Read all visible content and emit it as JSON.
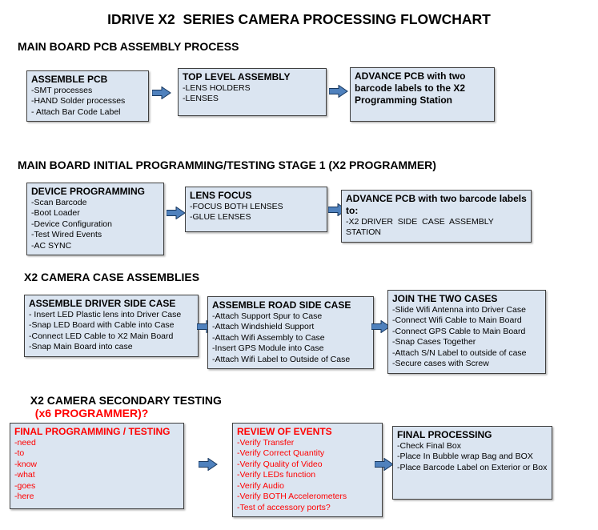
{
  "title": "IDRIVE X2  SERIES CAMERA PROCESSING FLOWCHART",
  "colors": {
    "box_fill": "#dbe5f1",
    "box_border": "#3f3f3f",
    "arrow_blue": "#4f81bd",
    "alert_red": "#ff0000"
  },
  "sections": [
    {
      "header": "MAIN BOARD PCB ASSEMBLY PROCESS",
      "boxes": [
        {
          "title": "ASSEMBLE PCB",
          "items": [
            "-SMT processes",
            "-HAND Solder processes",
            "- Attach Bar Code Label"
          ]
        },
        {
          "title": "TOP LEVEL ASSEMBLY",
          "items": [
            "-LENS HOLDERS",
            "-LENSES"
          ]
        },
        {
          "title": "ADVANCE PCB with two barcode labels to the X2 Programming Station",
          "items": []
        }
      ]
    },
    {
      "header": "MAIN BOARD INITIAL PROGRAMMING/TESTING STAGE 1 (X2 PROGRAMMER)",
      "boxes": [
        {
          "title": "DEVICE PROGRAMMING",
          "items": [
            "-Scan Barcode",
            "-Boot Loader",
            "-Device Configuration",
            "-Test Wired Events",
            "-AC SYNC"
          ]
        },
        {
          "title": "LENS FOCUS",
          "items": [
            "-FOCUS BOTH LENSES",
            "-GLUE LENSES"
          ]
        },
        {
          "title": "ADVANCE PCB with two barcode labels to:",
          "items": [
            "-X2 DRIVER  SIDE  CASE  ASSEMBLY STATION"
          ]
        }
      ]
    },
    {
      "header": "X2 CAMERA CASE ASSEMBLIES",
      "boxes": [
        {
          "title": "ASSEMBLE DRIVER SIDE CASE",
          "items": [
            "- Insert LED Plastic lens into Driver Case",
            "-Snap LED Board with Cable into Case",
            "-Connect LED Cable to X2 Main Board",
            "-Snap Main Board into case"
          ]
        },
        {
          "title": "ASSEMBLE ROAD SIDE CASE",
          "items": [
            "-Attach Support Spur to Case",
            "-Attach Windshield Support",
            "-Attach Wifi Assembly to Case",
            "-Insert GPS Module into Case",
            "-Attach Wifi Label to Outside of Case"
          ]
        },
        {
          "title": "JOIN THE TWO CASES",
          "items": [
            "-Slide Wifi Antenna into Driver Case",
            "-Connect Wifi Cable to Main Board",
            "-Connect GPS Cable to Main Board",
            "-Snap Cases Together",
            "-Attach S/N Label to outside of case",
            "-Secure cases with Screw"
          ]
        }
      ]
    },
    {
      "header": "X2 CAMERA SECONDARY TESTING",
      "header_red": "(x6 PROGRAMMER)?",
      "boxes": [
        {
          "title": "FINAL PROGRAMMING / TESTING",
          "items": [
            "-need",
            "-to",
            "-know",
            "-what",
            "-goes",
            "-here"
          ]
        },
        {
          "title": "REVIEW OF EVENTS",
          "items": [
            "-Verify Transfer",
            "-Verify Correct Quantity",
            "-Verify Quality of Video",
            "-Verify LEDs function",
            "-Verify Audio",
            "-Verify BOTH Accelerometers",
            "-Test of accessory ports?"
          ]
        },
        {
          "title": "FINAL PROCESSING",
          "items": [
            "-Check Final Box",
            "-Place In Bubble wrap Bag and BOX",
            "-Place Barcode Label on Exterior or Box"
          ]
        }
      ]
    }
  ]
}
